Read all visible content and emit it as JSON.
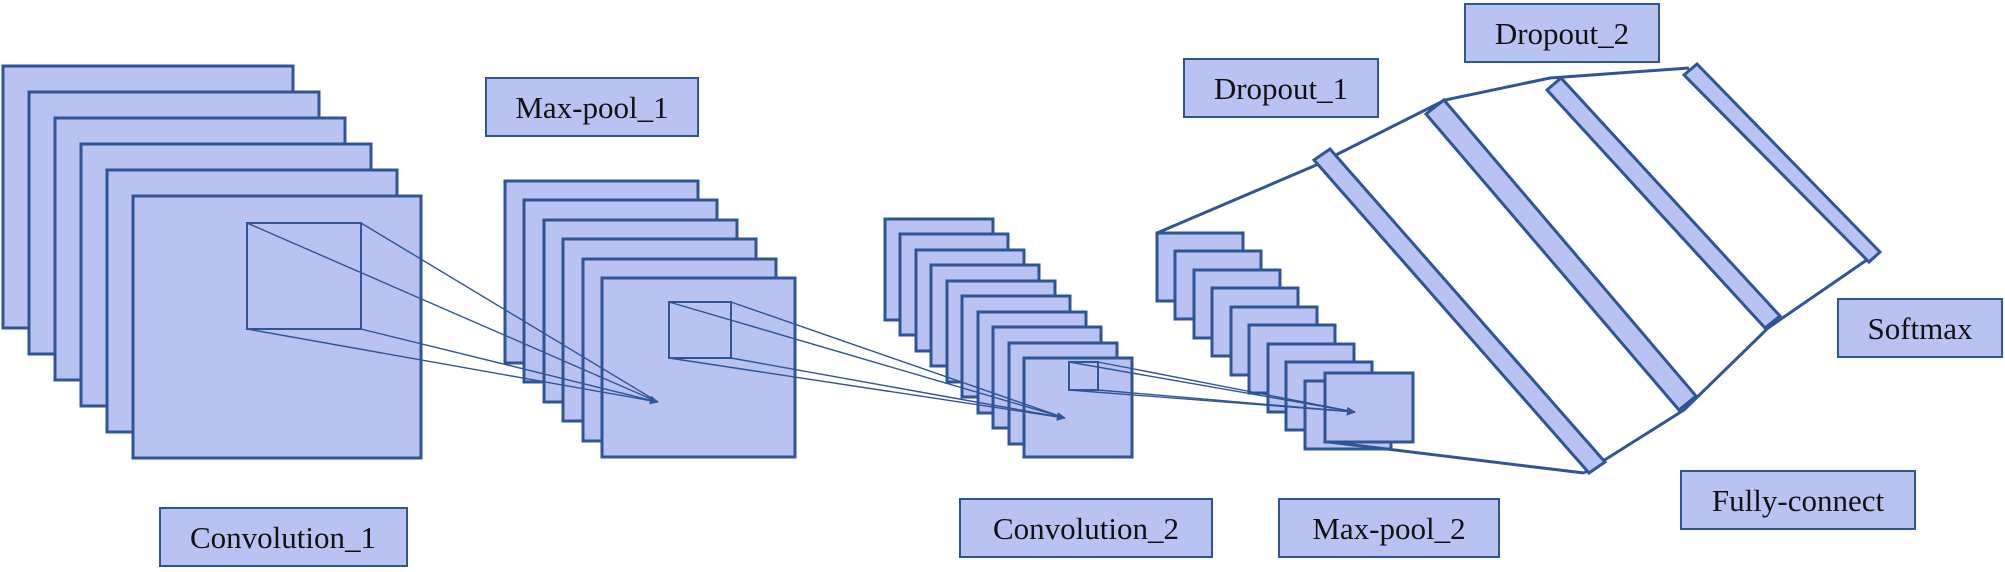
{
  "labels": {
    "convolution_1": "Convolution_1",
    "max_pool_1": "Max-pool_1",
    "convolution_2": "Convolution_2",
    "max_pool_2": "Max-pool_2",
    "dropout_1": "Dropout_1",
    "dropout_2": "Dropout_2",
    "softmax": "Softmax",
    "fully_connect": "Fully-connect"
  },
  "colors": {
    "fill": "#b9c3f2",
    "stroke": "#2f5597",
    "text": "#111111"
  }
}
